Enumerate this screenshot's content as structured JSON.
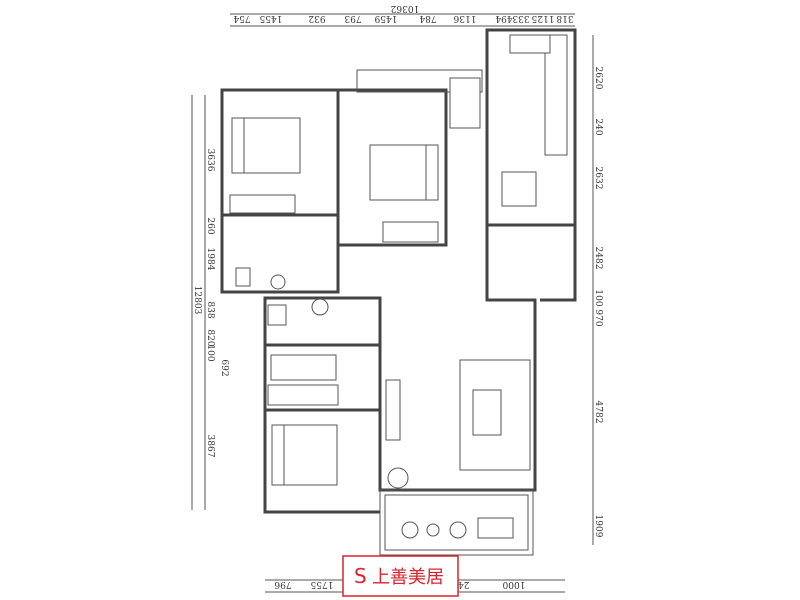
{
  "dimensions": {
    "top_overall": "10362",
    "top": [
      "754",
      "1455",
      "932",
      "793",
      "1459",
      "784",
      "1136",
      "494",
      "333",
      "1125",
      "318"
    ],
    "left_overall": "12803",
    "left": [
      "3636",
      "260",
      "1984",
      "838",
      "820",
      "100",
      "692",
      "3867"
    ],
    "right": [
      "2620",
      "240",
      "2632",
      "2482",
      "100",
      "970",
      "4782",
      "1909"
    ],
    "bottom": [
      "796",
      "1755",
      "2440",
      "1000"
    ]
  },
  "logo": {
    "text": "上善美居",
    "color": "#d9232e"
  }
}
